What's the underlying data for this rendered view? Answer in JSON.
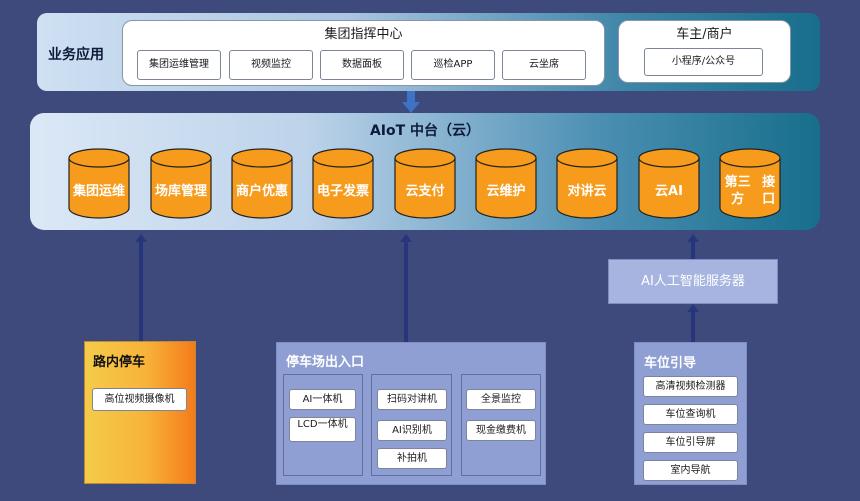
{
  "business": {
    "label": "业务应用",
    "group_center": {
      "title": "集团指挥中心",
      "modules": [
        "集团运维管理",
        "视频监控",
        "数据面板",
        "巡检APP",
        "云坐席"
      ]
    },
    "owner": {
      "title": "车主/商户",
      "modules": [
        "小程序/公众号"
      ]
    }
  },
  "aiot": {
    "title": "AIoT 中台（云）",
    "cylinders": [
      [
        "集团",
        "运维"
      ],
      [
        "场库",
        "管理"
      ],
      [
        "商户",
        "优惠"
      ],
      [
        "电子",
        "发票"
      ],
      [
        "云支付"
      ],
      [
        "云维护"
      ],
      [
        "对讲云"
      ],
      [
        "云AI"
      ],
      [
        "第三方",
        "接口"
      ]
    ]
  },
  "ai_server": {
    "label": "AI人工智能服务器"
  },
  "street_parking": {
    "title": "路内停车",
    "modules": [
      "高位视频摄像机"
    ]
  },
  "parking_entry": {
    "title": "停车场出入口",
    "group1": [
      "AI一体机",
      "LCD一体机"
    ],
    "group2": [
      "扫码对讲机",
      "AI识别机",
      "补拍机"
    ],
    "group3": [
      "全景监控",
      "现金缴费机"
    ]
  },
  "space_guidance": {
    "title": "车位引导",
    "modules": [
      "高清视频检测器",
      "车位查询机",
      "车位引导屏",
      "室内导航"
    ]
  },
  "colors": {
    "background": "#3f4a7c",
    "cylinder_orange": "#f79b1c",
    "arrow": "#27357a",
    "box_blue": "#8f9fd3"
  }
}
